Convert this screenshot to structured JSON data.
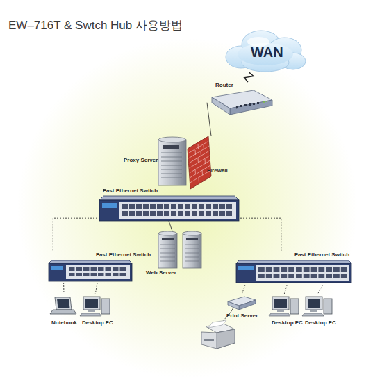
{
  "diagram": {
    "title": "EW–716T & Swtch Hub 사용방법",
    "nodes": [
      {
        "text": [
          "WAN"
        ]
      },
      {
        "text": [
          "Router"
        ]
      },
      {
        "text": [
          "Proxy Server"
        ]
      },
      {
        "text": [
          "Firewall"
        ]
      },
      {
        "text": [
          "Fast Ethernet Switch"
        ]
      },
      {
        "text": [
          "Web Server"
        ]
      },
      {
        "text": [
          "Fast Ethernet Switch"
        ]
      },
      {
        "text": [
          "Fast Ethernet Switch"
        ]
      },
      {
        "text": [
          "Notebook"
        ]
      },
      {
        "text": [
          "Desktop PC"
        ]
      },
      {
        "text": [
          "Print Server"
        ]
      },
      {
        "text": [
          "Desktop PC"
        ]
      },
      {
        "text": [
          "Desktop PC"
        ]
      }
    ],
    "edges": [
      {
        "from": 0,
        "to": 1,
        "arrow": "none"
      },
      {
        "from": 1,
        "to": 3,
        "arrow": "none"
      },
      {
        "from": 4,
        "to": 5,
        "arrow": "none"
      },
      {
        "from": 4,
        "to": 6,
        "arrow": "none"
      },
      {
        "from": 4,
        "to": 7,
        "arrow": "none"
      },
      {
        "from": 6,
        "to": 8,
        "arrow": "none"
      },
      {
        "from": 6,
        "to": 9,
        "arrow": "none"
      },
      {
        "from": 7,
        "to": 10,
        "arrow": "none"
      },
      {
        "from": 7,
        "to": 11,
        "arrow": "none"
      },
      {
        "from": 7,
        "to": 12,
        "arrow": "none"
      }
    ]
  }
}
